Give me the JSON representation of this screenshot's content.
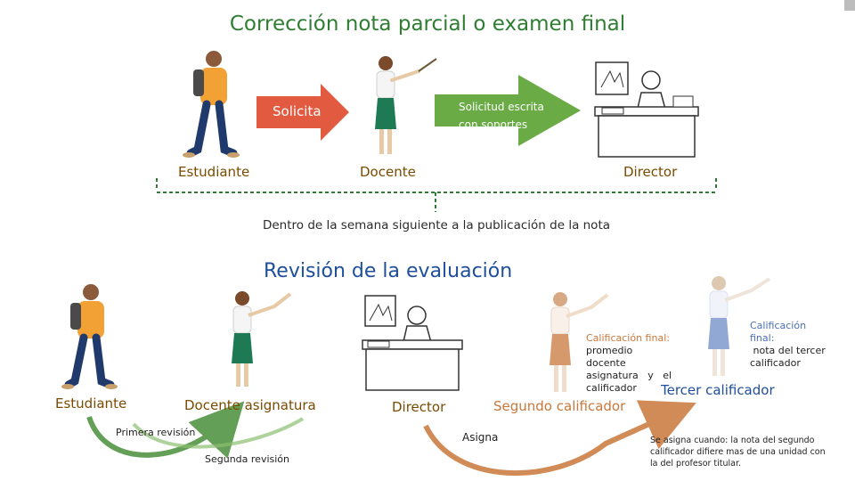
{
  "title": "Corrección nota parcial o examen final",
  "top_flow": {
    "arrow1_label": "Solicita",
    "arrow2_label_line1": "Solicitud escrita",
    "arrow2_label_line2": "con soportes",
    "student_label": "Estudiante",
    "teacher_label": "Docente",
    "director_label": "Director",
    "timing_note": "Dentro de la semana siguiente a la publicación de la nota"
  },
  "review": {
    "heading": "Revisión de la evaluación",
    "student_label": "Estudiante",
    "subject_teacher_label": "Docente asignatura",
    "director_label": "Director",
    "second_grader_label": "Segundo calificador",
    "third_grader_label": "Tercer calificador",
    "final_grade_2_title": "Calificación final:",
    "final_grade_2_text_1": "promedio docente",
    "final_grade_2_text_2": "asignatura   y   el",
    "final_grade_2_text_3": "calificador",
    "final_grade_3_title_1": "Calificación",
    "final_grade_3_title_2": "final:",
    "final_grade_3_text_1": " nota del tercer",
    "final_grade_3_text_2": "calificador",
    "first_review": "Primera revisión",
    "second_review": "Segunda revisión",
    "assigns": "Asigna",
    "third_note_1": "Se asigna cuando: la nota del segundo",
    "third_note_2": "calificador difiere mas de una unidad con",
    "third_note_3": "la del profesor titular."
  },
  "colors": {
    "green": "#2e7d32",
    "arrow_green": "#6aab45",
    "blue": "#1f4e9c",
    "orange": "#c9773a",
    "dashed": "#2e7d32"
  }
}
